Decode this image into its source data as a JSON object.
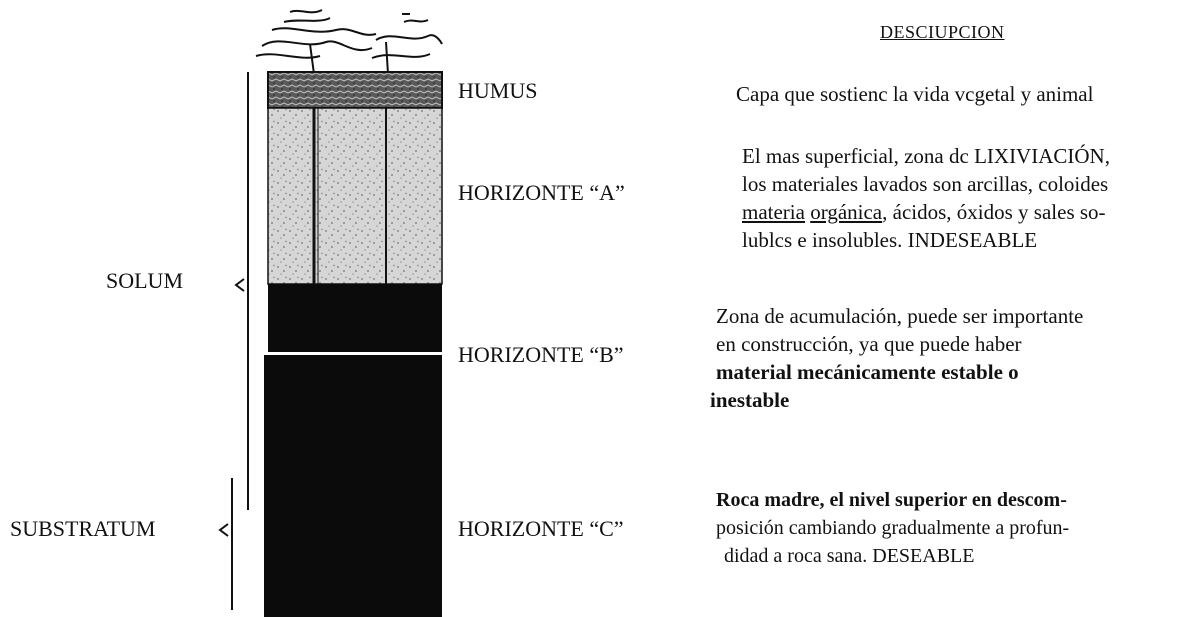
{
  "heading": "DESCIUPCION",
  "zones": {
    "solum": "SOLUM",
    "substratum": "SUBSTRATUM"
  },
  "layers": [
    {
      "name": "HUMUS"
    },
    {
      "name": "HORIZONTE “A”"
    },
    {
      "name": "HORIZONTE “B”"
    },
    {
      "name": "HORIZONTE “C”"
    }
  ],
  "descriptions": {
    "humus": [
      "Capa que sostienc la vida vcgetal y animal"
    ],
    "a": {
      "line1": "El mas superficial, zona dc LIXIVIACIÓN,",
      "line2": "los materiales lavados son arcillas, coloides",
      "line3_u1": "materia",
      "line3_sp": " ",
      "line3_u2": "orgánica",
      "line3_rest": ", ácidos, óxidos y sales so-",
      "line4": "lublcs e insolubles. INDESEABLE"
    },
    "b": [
      "Zona de acumulación, puede ser importante",
      "en construcción, ya que puede haber",
      "material mecánicamente estable o",
      "inestable"
    ],
    "c": [
      "Roca madre, el nivel superior en descom-",
      "posición cambiando gradualmente a profun-",
      "didad a roca sana. DESEABLE"
    ]
  },
  "colors": {
    "soil_dark": "#0b0b0b",
    "horizon_a": "#d9d9d9",
    "ink": "#111111"
  }
}
